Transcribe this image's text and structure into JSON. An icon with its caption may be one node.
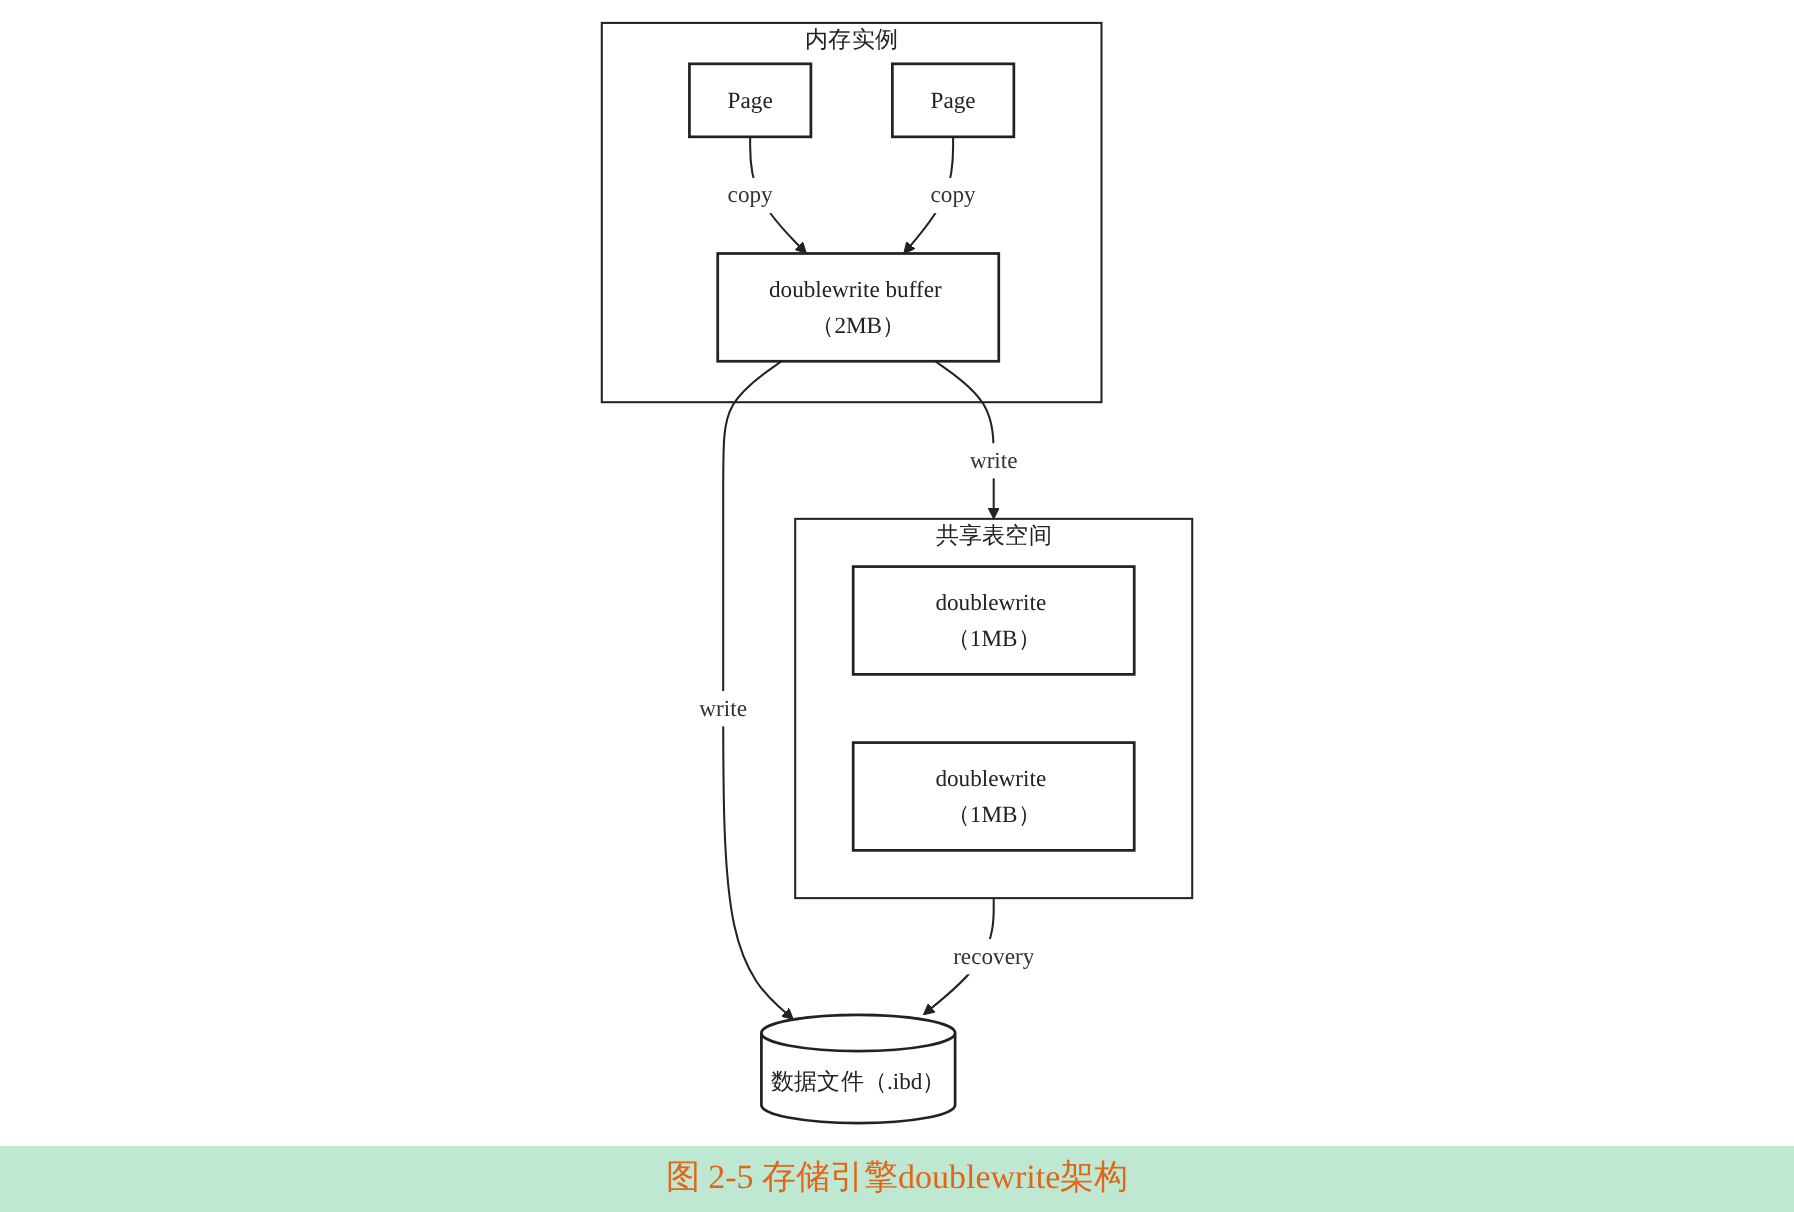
{
  "diagram": {
    "caption": "图 2-5 存储引擎doublewrite架构",
    "nodes": [
      {
        "text": [
          "内存实例"
        ]
      },
      {
        "text": [
          "Page"
        ],
        "in": 0
      },
      {
        "text": [
          "Page"
        ],
        "in": 0
      },
      {
        "text": [
          "doublewrite buffer （2MB）"
        ],
        "in": 0
      },
      {
        "text": [
          "共享表空间"
        ]
      },
      {
        "text": [
          "doublewrite （1MB）"
        ],
        "in": 4
      },
      {
        "text": [
          "doublewrite （1MB）"
        ],
        "in": 4
      },
      {
        "text": [
          "数据文件（.ibd）"
        ]
      }
    ],
    "edges": [
      {
        "from": 1,
        "to": 3,
        "arrow": "to",
        "label": "copy"
      },
      {
        "from": 2,
        "to": 3,
        "arrow": "to",
        "label": "copy"
      },
      {
        "from": 3,
        "to": 4,
        "arrow": "to",
        "label": "write"
      },
      {
        "from": 3,
        "to": 7,
        "arrow": "to",
        "label": "write"
      },
      {
        "from": 4,
        "to": 7,
        "arrow": "to",
        "label": "recovery"
      }
    ]
  }
}
